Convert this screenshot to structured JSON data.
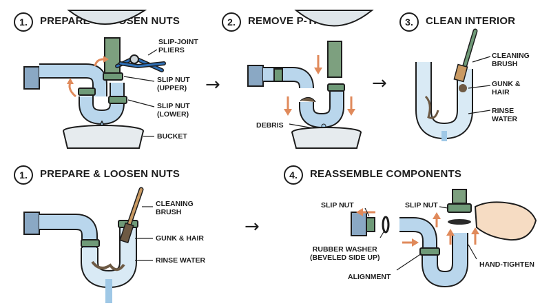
{
  "steps": [
    {
      "number": "1.",
      "title": "PREPARE & LOOSEN NUTS",
      "labels": {
        "pliers": "SLIP-JOINT\nPLIERS",
        "nut_upper": "SLIP NUT\n(UPPER)",
        "nut_lower": "SLIP NUT\n(LOWER)",
        "bucket": "BUCKET"
      }
    },
    {
      "number": "2.",
      "title": "REMOVE P-TRAP",
      "labels": {
        "debris": "DEBRIS"
      }
    },
    {
      "number": "3.",
      "title": "CLEAN INTERIOR",
      "labels": {
        "brush": "CLEANING\nBRUSH",
        "gunk": "GUNK &\nHAIR",
        "rinse": "RINSE\nWATER"
      }
    },
    {
      "number": "1.",
      "title": "PREPARE & LOOSEN NUTS",
      "labels": {
        "brush": "CLEANING\nBRUSH",
        "gunk": "GUNK & HAIR",
        "rinse": "RINSE WATER"
      }
    },
    {
      "number": "4.",
      "title": "REASSEMBLE COMPONENTS",
      "labels": {
        "slip_nut_left": "SLIP NUT",
        "slip_nut_right": "SLIP NUT",
        "washer": "RUBBER WASHER\n(BEVELED SIDE UP)",
        "alignment": "ALIGNMENT",
        "hand": "HAND-TIGHTEN"
      }
    }
  ],
  "flow_arrows": [
    "→",
    "→",
    "→"
  ],
  "colors": {
    "pipe": "#b9d6ec",
    "pipe_dark": "#7fa9c9",
    "nut": "#6f9a78",
    "tailpiece": "#7da07f",
    "bucket": "#e6ebee",
    "water": "#9fc8e6",
    "direction_arrow": "#e08a5b",
    "handle": "#6f9a78",
    "bristles": "#c99a63",
    "gunk": "#6e5a44"
  }
}
